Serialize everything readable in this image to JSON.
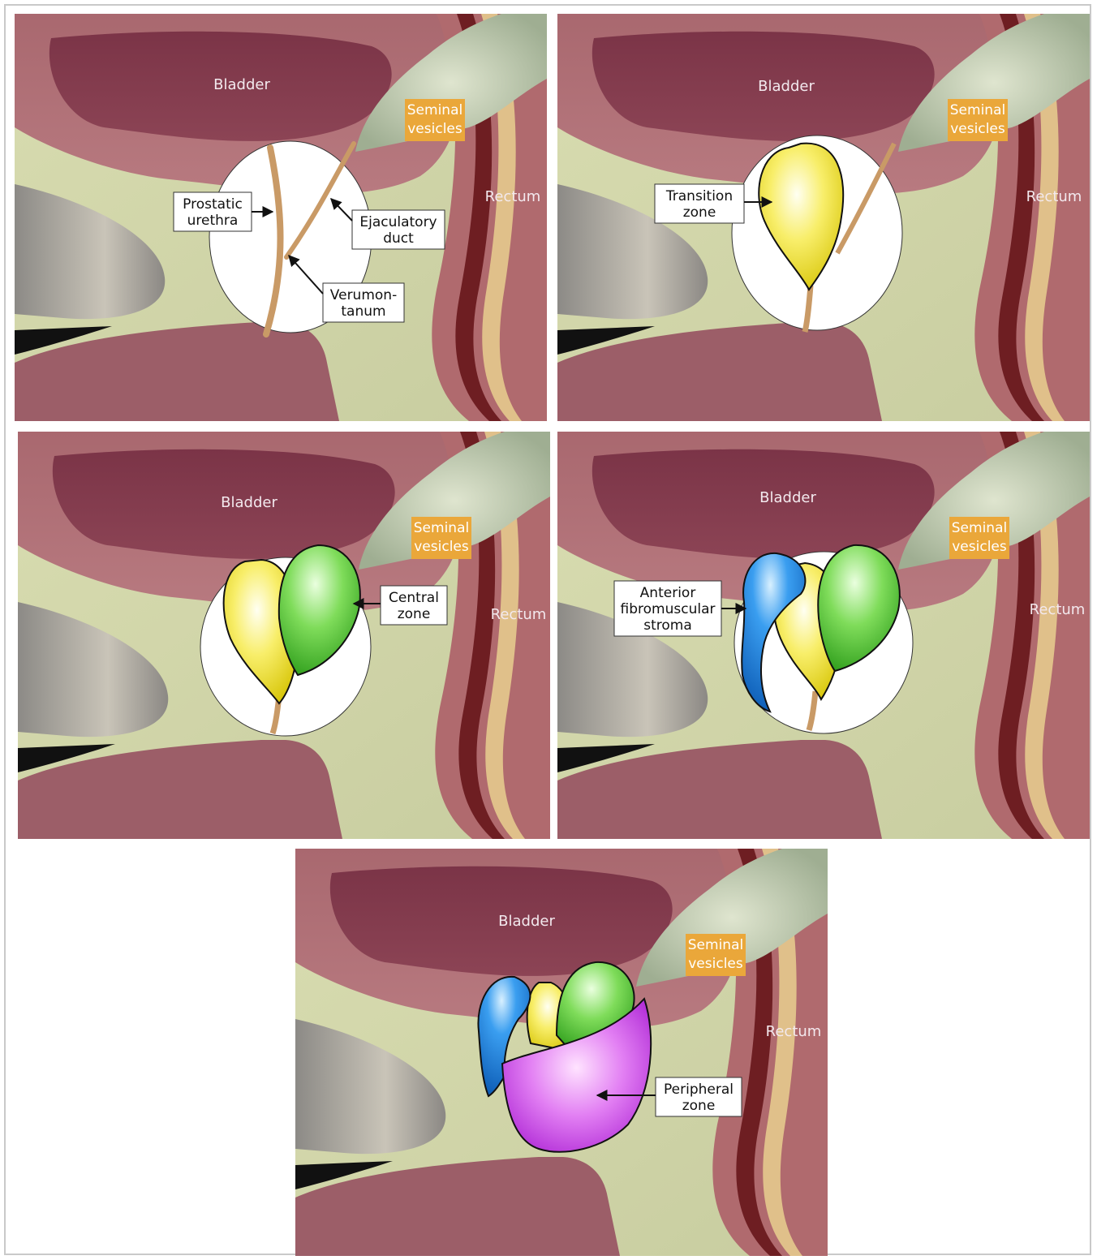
{
  "labels": {
    "bladder": "Bladder",
    "seminal_line1": "Seminal",
    "seminal_line2": "vesicles",
    "rectum": "Rectum"
  },
  "panel1": {
    "prostatic_urethra": [
      "Prostatic",
      "urethra"
    ],
    "ejaculatory_duct": [
      "Ejaculatory",
      "duct"
    ],
    "verumontanum": [
      "Verumon-",
      "tanum"
    ]
  },
  "panel2": {
    "transition_zone": [
      "Transition",
      "zone"
    ]
  },
  "panel3": {
    "central_zone": [
      "Central",
      "zone"
    ]
  },
  "panel4": {
    "anterior_fibromuscular_stroma": [
      "Anterior",
      "fibromuscular",
      "stroma"
    ]
  },
  "panel5": {
    "peripheral_zone": [
      "Peripheral",
      "zone"
    ]
  },
  "colors": {
    "transition_zone": "#f2e21a",
    "central_zone": "#4cc62c",
    "anterior_stroma": "#1d7fd8",
    "peripheral_zone": "#c43fe0",
    "seminal_label_bg": "#eaa73a"
  }
}
